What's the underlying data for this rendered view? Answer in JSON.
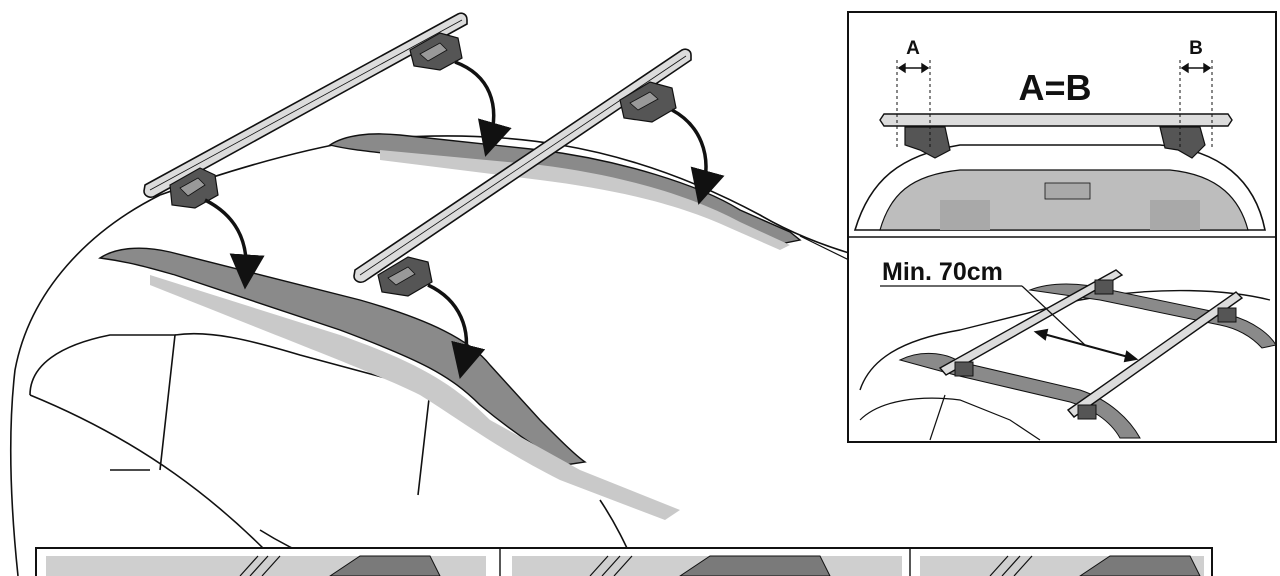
{
  "diagram": {
    "labels": {
      "a": "A",
      "b": "B",
      "equation": "A=B",
      "min_distance": "Min. 70cm"
    },
    "colors": {
      "ink": "#111111",
      "rail": "#8a8a8a",
      "rail_light": "#c9c9c9",
      "bar": "#dcdcdc",
      "glass": "#bdbdbd",
      "foot": "#555555"
    }
  }
}
